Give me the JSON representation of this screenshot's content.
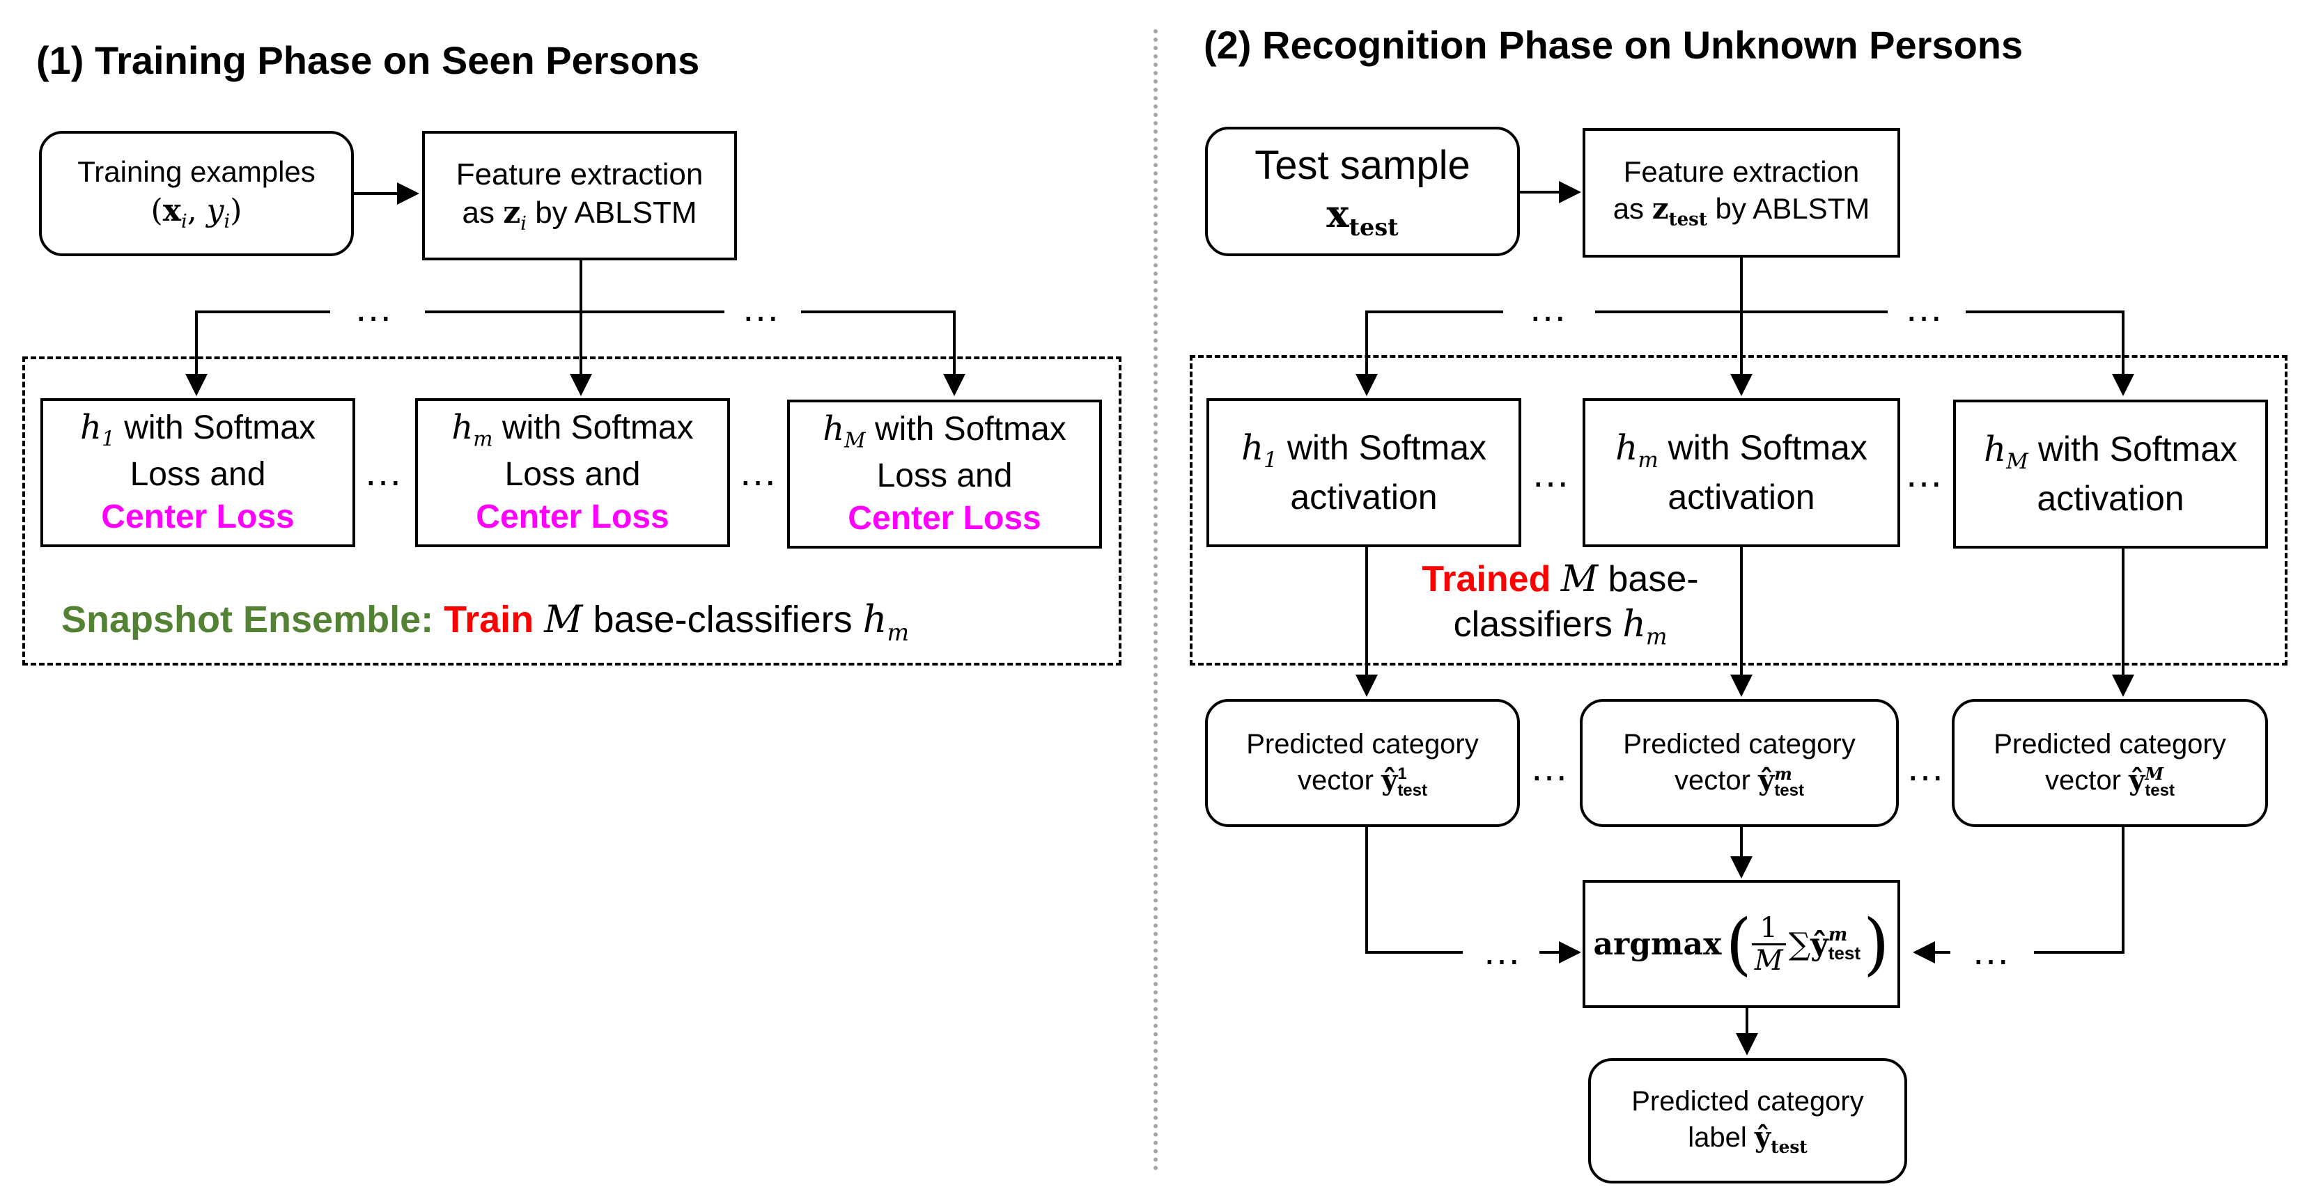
{
  "left": {
    "title": "(1) Training Phase on Seen Persons",
    "training_box": {
      "line1": "Training examples",
      "math_x": "x",
      "math_sub_i": "i",
      "math_y": "y",
      "math_sub_yi": "i"
    },
    "feature_box": {
      "line1": "Feature extraction",
      "line2_pre": "as",
      "math_z": "z",
      "math_sub": "i",
      "line2_post": "by ABLSTM"
    },
    "classifiers": [
      {
        "h": "h",
        "sub": "1",
        "text1": "with Softmax",
        "text2": "Loss and",
        "text3": "Center Loss"
      },
      {
        "h": "h",
        "sub": "m",
        "text1": "with Softmax",
        "text2": "Loss and",
        "text3": "Center Loss"
      },
      {
        "h": "h",
        "sub": "M",
        "text1": "with Softmax",
        "text2": "Loss and",
        "text3": "Center Loss"
      }
    ],
    "ensemble_caption": {
      "part1": "Snapshot Ensemble:",
      "part2": "Train",
      "math_M": "M",
      "part3": "base-classifiers",
      "math_h": "h",
      "math_sub": "m"
    },
    "ellipsis": "…"
  },
  "right": {
    "title": "(2) Recognition Phase on Unknown Persons",
    "test_box": {
      "line1": "Test sample",
      "math_x": "x",
      "math_sub": "test"
    },
    "feature_box": {
      "line1": "Feature extraction",
      "line2_pre": "as",
      "math_z": "z",
      "math_sub": "test",
      "line2_post": "by ABLSTM"
    },
    "classifiers": [
      {
        "h": "h",
        "sub": "1",
        "text1": "with Softmax",
        "text2": "activation"
      },
      {
        "h": "h",
        "sub": "m",
        "text1": "with Softmax",
        "text2": "activation"
      },
      {
        "h": "h",
        "sub": "M",
        "text1": "with Softmax",
        "text2": "activation"
      }
    ],
    "trained_caption": {
      "part1": "Trained",
      "math_M": "M",
      "part2": "base-",
      "part3": "classifiers",
      "math_h": "h",
      "math_sub": "m"
    },
    "predictions": [
      {
        "line1": "Predicted category",
        "line2": "vector",
        "math_y": "ŷ",
        "sup": "1",
        "sub": "test"
      },
      {
        "line1": "Predicted category",
        "line2": "vector",
        "math_y": "ŷ",
        "sup": "m",
        "sub": "test"
      },
      {
        "line1": "Predicted category",
        "line2": "vector",
        "math_y": "ŷ",
        "sup": "M",
        "sub": "test"
      }
    ],
    "argmax_box": {
      "fn": "argmax",
      "num": "1",
      "den": "M",
      "sum": "∑",
      "math_y": "ŷ",
      "sup": "m",
      "sub": "test"
    },
    "label_box": {
      "line1": "Predicted category",
      "line2": "label",
      "math_y": "ŷ",
      "sub": "test"
    },
    "ellipsis": "…"
  }
}
